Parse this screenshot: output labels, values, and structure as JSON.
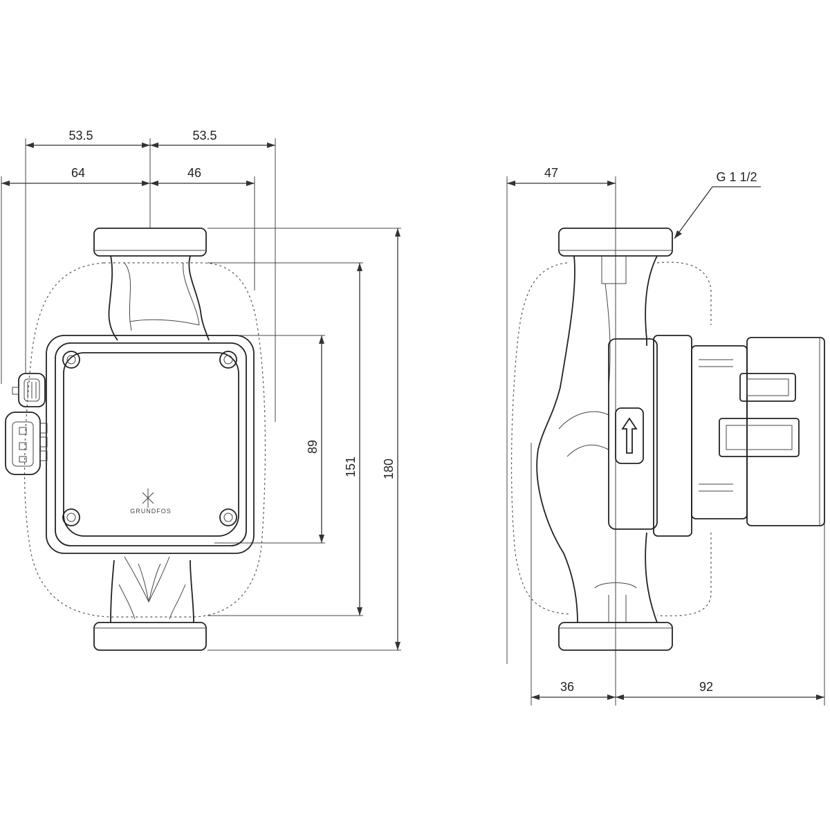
{
  "front_view": {
    "dims": {
      "left_half": "53.5",
      "right_half": "53.5",
      "left_width": "64",
      "right_width": "46",
      "h_89": "89",
      "h_151": "151",
      "h_180": "180"
    },
    "logo_text": "GRUNDFOS"
  },
  "side_view": {
    "dims": {
      "top_47": "47",
      "bottom_36": "36",
      "bottom_92": "92"
    },
    "thread_label": "G 1 1/2"
  }
}
